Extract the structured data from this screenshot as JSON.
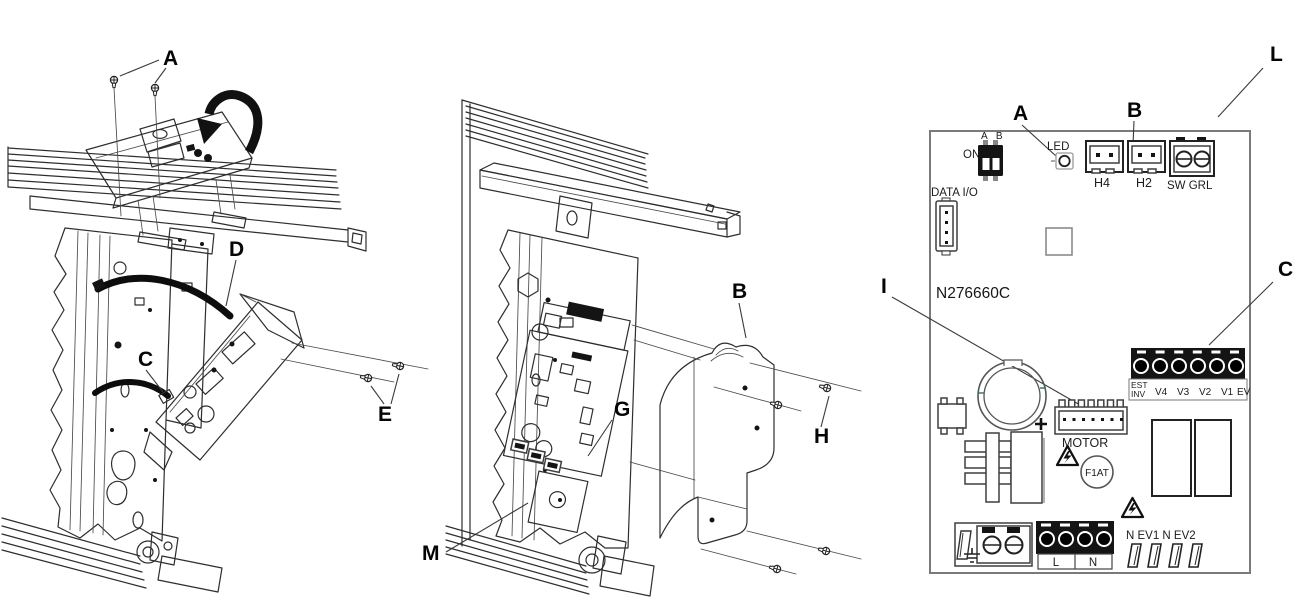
{
  "diagram": {
    "panel_display": {
      "a": "A",
      "c": "C",
      "d": "D",
      "e": "E"
    },
    "panel_cover": {
      "b": "B",
      "g": "G",
      "h": "H",
      "m": "M"
    },
    "board": {
      "l": "L",
      "a": "A",
      "b": "B",
      "c": "C",
      "i": "I",
      "part_number": "N276660C",
      "dip_on": "ON",
      "dip_ab": "A B",
      "led": "LED",
      "h4": "H4",
      "h2": "H2",
      "sw_grl": "SW GRL",
      "data_io": "DATA I/O",
      "motor": "MOTOR",
      "fuse": "F1AT",
      "t_est": "EST",
      "t_inv": "INV",
      "t_v4": "V4",
      "t_v3": "V3",
      "t_v2": "V2",
      "t_v1": "V1",
      "t_ev": "EV",
      "l_line": "L",
      "n_line": "N",
      "faston_row": "N EV1 N EV2"
    }
  }
}
